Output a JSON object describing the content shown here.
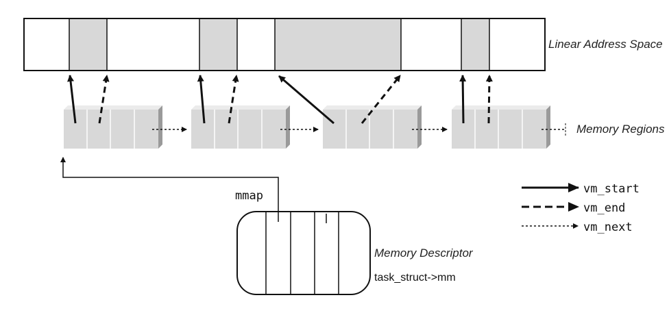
{
  "labels": {
    "linear_address_space": "Linear Address Space",
    "memory_regions": "Memory Regions",
    "memory_descriptor": "Memory Descriptor",
    "task_struct_mm": "task_struct->mm",
    "mmap": "mmap"
  },
  "legend": {
    "vm_start": "vm_start",
    "vm_end": "vm_end",
    "vm_next": "vm_next"
  },
  "colors": {
    "region_fill": "#d8d8d8",
    "line": "#111111",
    "box_shadow": "#9a9a9a"
  }
}
